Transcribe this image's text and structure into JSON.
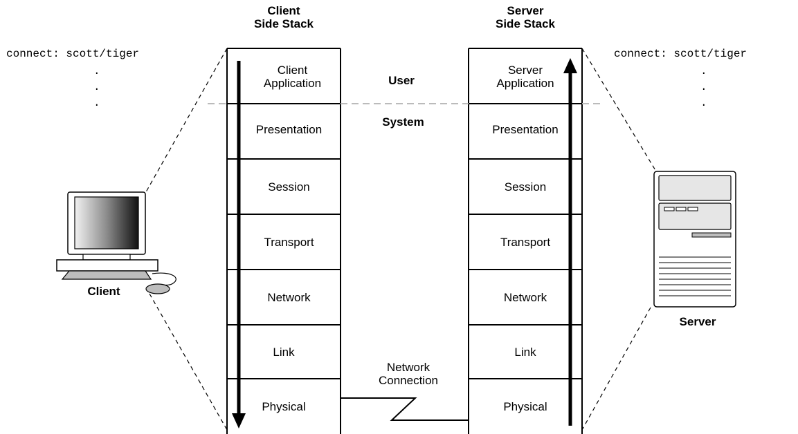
{
  "client_stack": {
    "heading_line1": "Client",
    "heading_line2": "Side Stack",
    "layers": [
      {
        "line1": "Client",
        "line2": "Application"
      },
      {
        "line1": "Presentation",
        "line2": ""
      },
      {
        "line1": "Session",
        "line2": ""
      },
      {
        "line1": "Transport",
        "line2": ""
      },
      {
        "line1": "Network",
        "line2": ""
      },
      {
        "line1": "Link",
        "line2": ""
      },
      {
        "line1": "Physical",
        "line2": ""
      }
    ]
  },
  "server_stack": {
    "heading_line1": "Server",
    "heading_line2": "Side Stack",
    "layers": [
      {
        "line1": "Server",
        "line2": "Application"
      },
      {
        "line1": "Presentation",
        "line2": ""
      },
      {
        "line1": "Session",
        "line2": ""
      },
      {
        "line1": "Transport",
        "line2": ""
      },
      {
        "line1": "Network",
        "line2": ""
      },
      {
        "line1": "Link",
        "line2": ""
      },
      {
        "line1": "Physical",
        "line2": ""
      }
    ]
  },
  "zones": {
    "user": "User",
    "system": "System"
  },
  "network_connection": {
    "line1": "Network",
    "line2": "Connection"
  },
  "client": {
    "label": "Client",
    "command": "connect: scott/tiger",
    "dots": "."
  },
  "server": {
    "label": "Server",
    "command": "connect: scott/tiger",
    "dots": "."
  }
}
